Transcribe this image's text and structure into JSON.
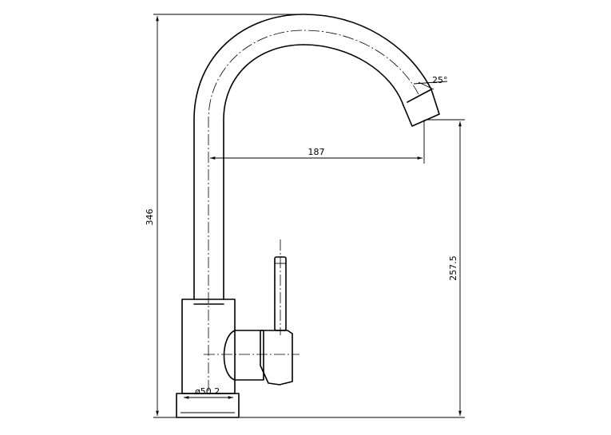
{
  "dimensions": {
    "total_height": "346",
    "spout_reach": "187",
    "spout_angle": "25°",
    "outlet_height": "257.5",
    "base_diameter": "ø50.2"
  }
}
